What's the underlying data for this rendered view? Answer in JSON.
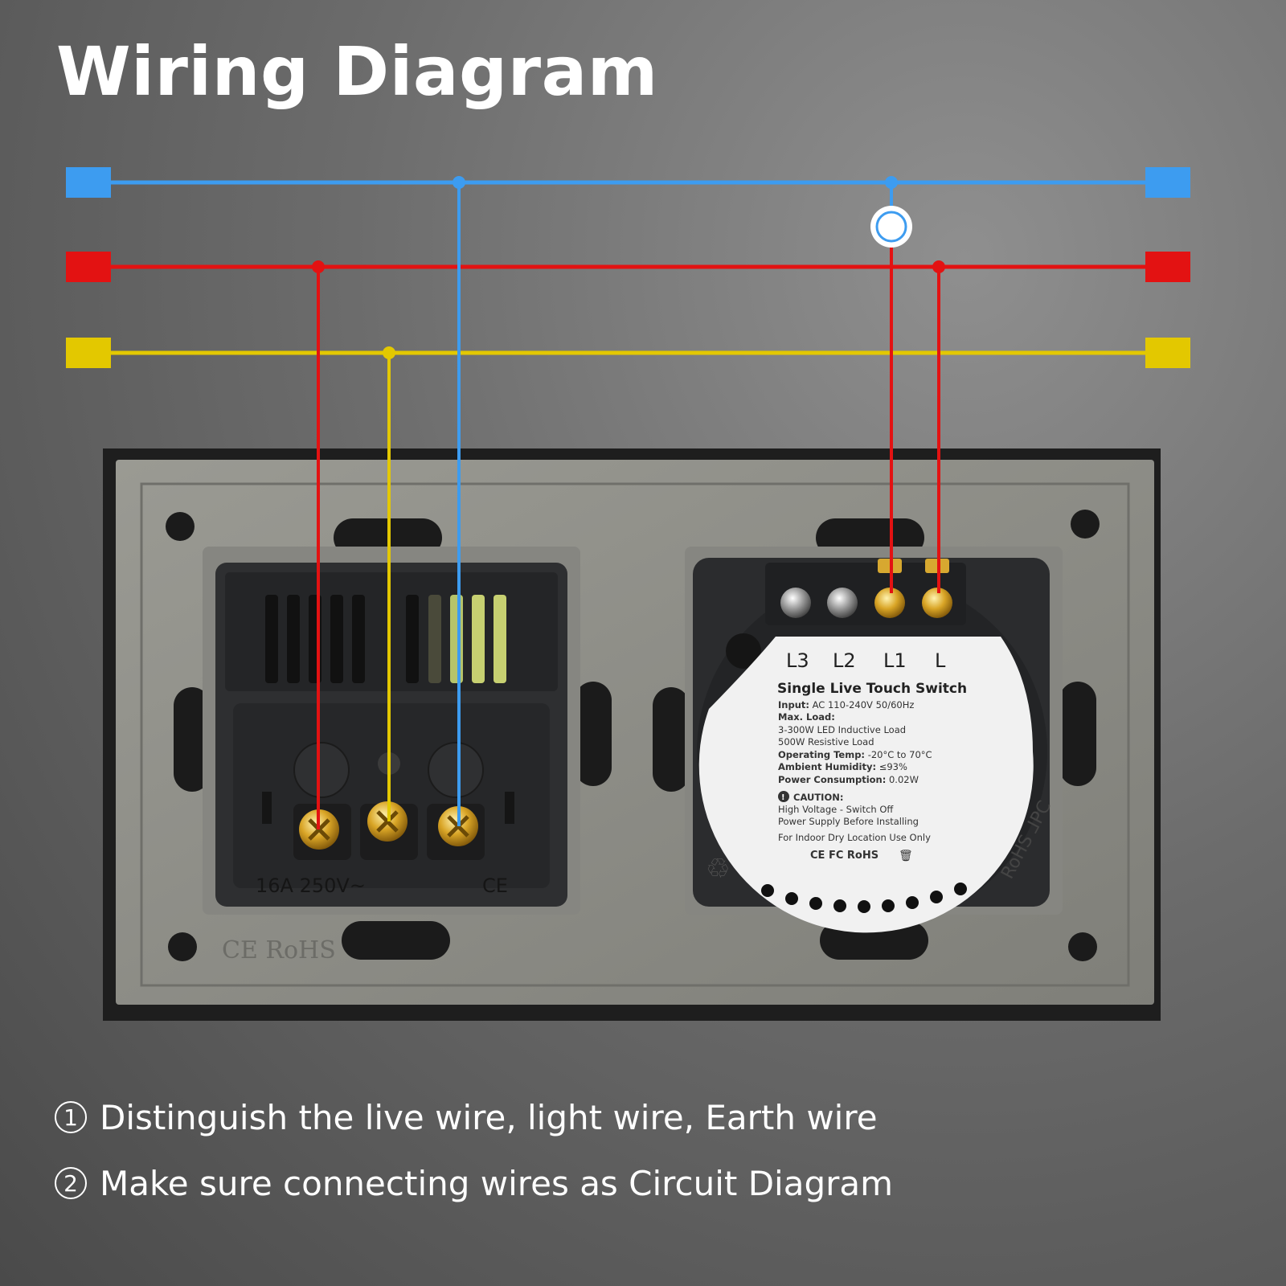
{
  "title": "Wiring Diagram",
  "colors": {
    "neutral_blue": "#3d9cf0",
    "live_red": "#e31212",
    "earth_yellow": "#e3c800"
  },
  "socket": {
    "rating": "16A 250V~",
    "marks": "CE"
  },
  "panel": {
    "marks": "CE RoHS"
  },
  "switch_module": {
    "terminals": [
      "L3",
      "L2",
      "L1",
      "L"
    ],
    "label": {
      "title": "Single Live Touch Switch",
      "input_key": "Input:",
      "input_val": "AC 110-240V 50/60Hz",
      "max_load_key": "Max. Load:",
      "load_led": "3-300W LED Inductive Load",
      "load_res": "500W Resistive Load",
      "temp_key": "Operating Temp:",
      "temp_val": "-20°C to 70°C",
      "hum_key": "Ambient Humidity:",
      "hum_val": "≤93%",
      "power_key": "Power Consumption:",
      "power_val": "0.02W",
      "caution_title": "CAUTION:",
      "caution_1": "High Voltage - Switch Off",
      "caution_2": "Power Supply Before Installing",
      "indoor": "For Indoor Dry Location Use Only",
      "cert": "CE FC RoHS"
    },
    "side_marks": "RoHS ⅃PC"
  },
  "instructions": [
    {
      "num": "1",
      "text": "Distinguish the live wire, light wire, Earth wire"
    },
    {
      "num": "2",
      "text": "Make sure connecting wires as Circuit Diagram"
    }
  ]
}
